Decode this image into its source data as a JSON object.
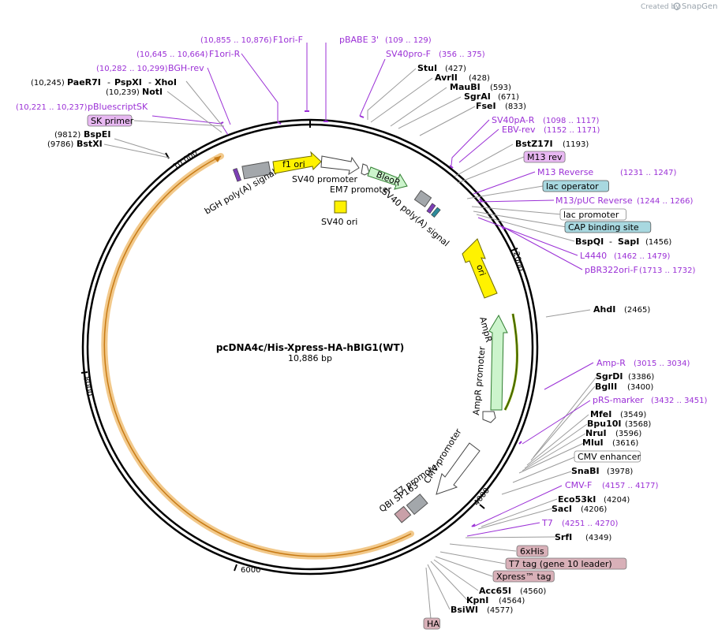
{
  "credit": {
    "text": "Created by",
    "brand": "SnapGene"
  },
  "center": {
    "name": "pcDNA4c/His-Xpress-HA-hBIG1(WT)",
    "size": "10,886 bp"
  },
  "ticks": {
    "t2000": "2000",
    "t4000": "4000",
    "t6000": "6000",
    "t8000": "8000",
    "t10000": "10,000"
  },
  "features": {
    "bgh": "bGH poly(A) signal",
    "f1ori": "f1 ori",
    "sv40promoter": "SV40 promoter",
    "em7": "EM7 promoter",
    "bleor": "BleoR",
    "sv40polya": "SV40 poly(A) signal",
    "sv40ori": "SV40 ori",
    "ori": "ori",
    "ampr": "AmpR",
    "amprpromoter": "AmpR promoter",
    "cmvpromoter": "CMV promoter",
    "t7promoter": "T7 promoter",
    "qbi": "QBI SP163"
  },
  "left_labels": [
    {
      "name": "pBluescriptSK",
      "pos": "(10,221 .. 10,237)",
      "kind": "primer"
    },
    {
      "name": "BGH-rev",
      "pos": "(10,282 .. 10,299)",
      "kind": "primer"
    },
    {
      "name": "F1ori-R",
      "pos": "(10,645 .. 10,664)",
      "kind": "primer"
    },
    {
      "name": "F1ori-F",
      "pos": "(10,855 .. 10,876)",
      "kind": "primer"
    },
    {
      "name": "pBABE 3'",
      "pos": "(109 .. 129)",
      "kind": "primer"
    },
    {
      "name": "SV40pro-F",
      "pos": "(356 .. 375)",
      "kind": "primer"
    }
  ],
  "sites_left": {
    "paer7i": {
      "name": "PaeR7I",
      "pos": "(10,245)"
    },
    "pspxi": {
      "name": "PspXI"
    },
    "xhoi": {
      "name": "XhoI"
    },
    "noti": {
      "name": "NotI",
      "pos": "(10,239)"
    },
    "bspei": {
      "name": "BspEI",
      "pos": "(9812)"
    },
    "bstxi": {
      "name": "BstXI",
      "pos": "(9786)"
    }
  },
  "sk_primer": "SK primer",
  "right_labels": [
    {
      "name": "StuI",
      "pos": "(427)",
      "kind": "site"
    },
    {
      "name": "AvrII",
      "pos": "(428)",
      "kind": "site"
    },
    {
      "name": "MauBI",
      "pos": "(593)",
      "kind": "site"
    },
    {
      "name": "SgrAI",
      "pos": "(671)",
      "kind": "site"
    },
    {
      "name": "FseI",
      "pos": "(833)",
      "kind": "site"
    },
    {
      "name": "SV40pA-R",
      "pos": "(1098 .. 1117)",
      "kind": "primer"
    },
    {
      "name": "EBV-rev",
      "pos": "(1152 .. 1171)",
      "kind": "primer"
    },
    {
      "name": "BstZ17I",
      "pos": "(1193)",
      "kind": "site"
    },
    {
      "name": "M13 rev",
      "pos": "",
      "kind": "box-pink"
    },
    {
      "name": "M13 Reverse",
      "pos": "(1231 .. 1247)",
      "kind": "primer"
    },
    {
      "name": "lac operator",
      "pos": "",
      "kind": "box-teal"
    },
    {
      "name": "M13/pUC Reverse",
      "pos": "(1244 .. 1266)",
      "kind": "primer"
    },
    {
      "name": "lac promoter",
      "pos": "",
      "kind": "box-white"
    },
    {
      "name": "CAP binding site",
      "pos": "",
      "kind": "box-teal"
    },
    {
      "name": "BspQI",
      "pos": "",
      "kind": "site"
    },
    {
      "name": "SapI",
      "pos": "(1456)",
      "kind": "site"
    },
    {
      "name": "L4440",
      "pos": "(1462 .. 1479)",
      "kind": "primer"
    },
    {
      "name": "pBR322ori-F",
      "pos": "(1713 .. 1732)",
      "kind": "primer"
    },
    {
      "name": "AhdI",
      "pos": "(2465)",
      "kind": "site"
    },
    {
      "name": "Amp-R",
      "pos": "(3015 .. 3034)",
      "kind": "primer"
    },
    {
      "name": "SgrDI",
      "pos": "(3386)",
      "kind": "site"
    },
    {
      "name": "BglII",
      "pos": "(3400)",
      "kind": "site"
    },
    {
      "name": "pRS-marker",
      "pos": "(3432 .. 3451)",
      "kind": "primer"
    },
    {
      "name": "MfeI",
      "pos": "(3549)",
      "kind": "site"
    },
    {
      "name": "Bpu10I",
      "pos": "(3568)",
      "kind": "site"
    },
    {
      "name": "NruI",
      "pos": "(3596)",
      "kind": "site"
    },
    {
      "name": "MluI",
      "pos": "(3616)",
      "kind": "site"
    },
    {
      "name": "CMV enhancer",
      "pos": "",
      "kind": "box-white"
    },
    {
      "name": "SnaBI",
      "pos": "(3978)",
      "kind": "site"
    },
    {
      "name": "CMV-F",
      "pos": "(4157 .. 4177)",
      "kind": "primer"
    },
    {
      "name": "Eco53kI",
      "pos": "(4204)",
      "kind": "site"
    },
    {
      "name": "SacI",
      "pos": "(4206)",
      "kind": "site"
    },
    {
      "name": "T7",
      "pos": "(4251 .. 4270)",
      "kind": "primer"
    },
    {
      "name": "SrfI",
      "pos": "(4349)",
      "kind": "site"
    },
    {
      "name": "6xHis",
      "pos": "",
      "kind": "box-rose"
    },
    {
      "name": "T7 tag (gene 10 leader)",
      "pos": "",
      "kind": "box-rose"
    },
    {
      "name": "Xpress™ tag",
      "pos": "",
      "kind": "box-rose"
    },
    {
      "name": "Acc65I",
      "pos": "(4560)",
      "kind": "site"
    },
    {
      "name": "KpnI",
      "pos": "(4564)",
      "kind": "site"
    },
    {
      "name": "BsiWI",
      "pos": "(4577)",
      "kind": "site"
    },
    {
      "name": "HA",
      "pos": "",
      "kind": "box-rose"
    }
  ]
}
